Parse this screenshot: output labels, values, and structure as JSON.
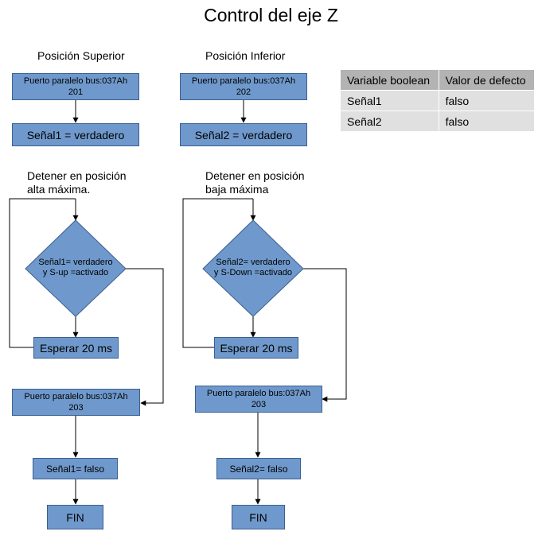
{
  "title": "Control del eje Z",
  "left": {
    "heading": "Posición Superior",
    "box1": {
      "line1": "Puerto paralelo bus:037Ah",
      "line2": "201"
    },
    "box2": "Señal1 = verdadero",
    "note": {
      "line1": "Detener  en posición",
      "line2": "alta  máxima."
    },
    "decision": {
      "line1": "Señal1= verdadero",
      "line2": "y S-up =activado"
    },
    "wait": "Esperar 20 ms",
    "box3": {
      "line1": "Puerto paralelo bus:037Ah",
      "line2": "203"
    },
    "box4": "Señal1= falso",
    "end": "FIN"
  },
  "right": {
    "heading": "Posición Inferior",
    "box1": {
      "line1": "Puerto paralelo bus:037Ah",
      "line2": "202"
    },
    "box2": "Señal2 = verdadero",
    "note": {
      "line1": "Detener  en posición",
      "line2": "baja  máxima"
    },
    "decision": {
      "line1": "Señal2= verdadero",
      "line2": "y S-Down =activado"
    },
    "wait": "Esperar 20 ms",
    "box3": {
      "line1": "Puerto paralelo bus:037Ah",
      "line2": "203"
    },
    "box4": "Señal2= falso",
    "end": "FIN"
  },
  "table": {
    "headers": [
      "Variable boolean",
      "Valor de defecto"
    ],
    "rows": [
      [
        "Señal1",
        "falso"
      ],
      [
        "Señal2",
        "falso"
      ]
    ]
  },
  "colors": {
    "box_fill": "#6f99cc",
    "box_border": "#3a5f8f",
    "table_header": "#b3b3b3",
    "table_row": "#e0e0e0"
  }
}
